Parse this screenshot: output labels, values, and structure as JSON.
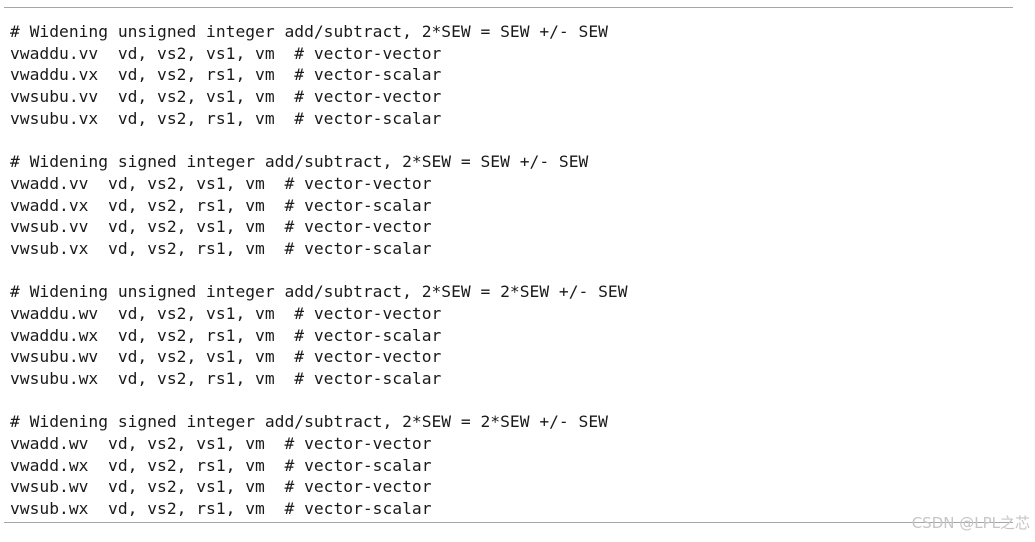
{
  "colors": {
    "text": "#1a1a1a",
    "rule": "#a6a6a6",
    "watermark": "#c5c5c5",
    "background": "#ffffff"
  },
  "code_block": {
    "language": "riscv-assembly",
    "groups": [
      {
        "comment": "# Widening unsigned integer add/subtract, 2*SEW = SEW +/- SEW",
        "instructions": [
          "vwaddu.vv  vd, vs2, vs1, vm  # vector-vector",
          "vwaddu.vx  vd, vs2, rs1, vm  # vector-scalar",
          "vwsubu.vv  vd, vs2, vs1, vm  # vector-vector",
          "vwsubu.vx  vd, vs2, rs1, vm  # vector-scalar"
        ]
      },
      {
        "comment": "# Widening signed integer add/subtract, 2*SEW = SEW +/- SEW",
        "instructions": [
          "vwadd.vv  vd, vs2, vs1, vm  # vector-vector",
          "vwadd.vx  vd, vs2, rs1, vm  # vector-scalar",
          "vwsub.vv  vd, vs2, vs1, vm  # vector-vector",
          "vwsub.vx  vd, vs2, rs1, vm  # vector-scalar"
        ]
      },
      {
        "comment": "# Widening unsigned integer add/subtract, 2*SEW = 2*SEW +/- SEW",
        "instructions": [
          "vwaddu.wv  vd, vs2, vs1, vm  # vector-vector",
          "vwaddu.wx  vd, vs2, rs1, vm  # vector-scalar",
          "vwsubu.wv  vd, vs2, vs1, vm  # vector-vector",
          "vwsubu.wx  vd, vs2, rs1, vm  # vector-scalar"
        ]
      },
      {
        "comment": "# Widening signed integer add/subtract, 2*SEW = 2*SEW +/- SEW",
        "instructions": [
          "vwadd.wv  vd, vs2, vs1, vm  # vector-vector",
          "vwadd.wx  vd, vs2, rs1, vm  # vector-scalar",
          "vwsub.wv  vd, vs2, vs1, vm  # vector-vector",
          "vwsub.wx  vd, vs2, rs1, vm  # vector-scalar"
        ]
      }
    ]
  },
  "watermark": {
    "text": "CSDN @LPL之芯"
  }
}
